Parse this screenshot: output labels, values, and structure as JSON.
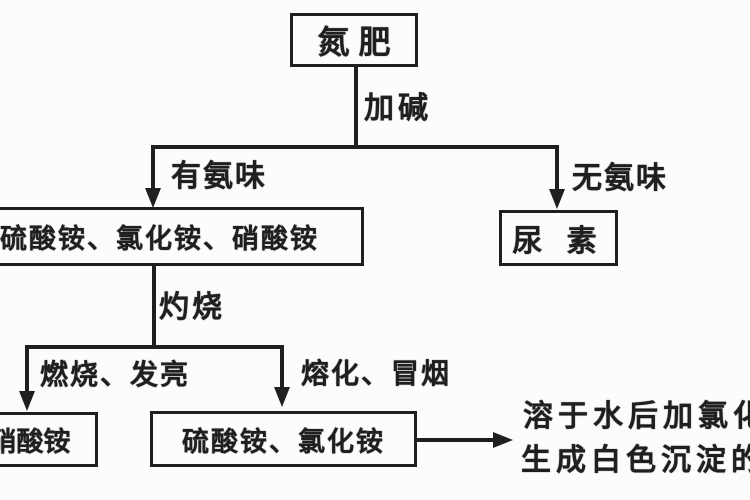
{
  "colors": {
    "ink": "#1f1f1f",
    "paper": "#fcfcfa"
  },
  "flowchart": {
    "nodes": {
      "root": "氮 肥",
      "ammonium_salts": "硫酸铵、氯化铵、硝酸铵",
      "urea": "尿 素",
      "nitrate": "硝酸铵",
      "sulfate_chloride": "硫酸铵、氯化铵"
    },
    "edges": {
      "add_alkali": "加碱",
      "ammonia_smell": "有氨味",
      "no_ammonia_smell": "无氨味",
      "calcine": "灼烧",
      "burn_bright": "燃烧、发亮",
      "melt_smoke": "熔化、冒烟"
    },
    "result": {
      "line1": "溶于水后加氯化",
      "line2": "生成白色沉淀的"
    }
  }
}
